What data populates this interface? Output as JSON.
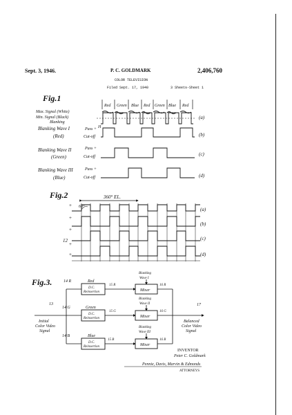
{
  "header": {
    "date": "Sept. 3, 1946.",
    "inventor_name": "P. C. GOLDMARK",
    "patent_number": "2,406,760",
    "title": "COLOR TELEVISION",
    "filed": "Filed Sept. 17, 1940",
    "sheets": "3 Sheets-Sheet 1"
  },
  "fig1": {
    "label": "Fig.1",
    "top_labels": [
      "Red",
      "Green",
      "Blue",
      "Red",
      "Green",
      "Blue",
      "Red"
    ],
    "rows": [
      {
        "left": [
          "Max. Signal (White)",
          "Min. Signal (Black)",
          "Blanking"
        ],
        "right": "(a)",
        "mark": "H"
      },
      {
        "left": [
          "Blanking Wave I",
          "(Red)"
        ],
        "pass": "Pass +",
        "cut": "Cut-off",
        "right": "(b)"
      },
      {
        "left": [
          "Blanking Wave II",
          "(Green)"
        ],
        "pass": "Pass +",
        "cut": "Cut-off",
        "right": "(c)"
      },
      {
        "left": [
          "Blanking Wave III",
          "(Blue)"
        ],
        "pass": "Pass +",
        "cut": "Cut-off",
        "right": "(d)"
      }
    ]
  },
  "fig2": {
    "label": "Fig.2",
    "span_label": "360° EL.",
    "angle_label": "60°",
    "side_mark": "12",
    "plus_marks": [
      "+",
      "+",
      "+",
      "+",
      "+"
    ],
    "row_labels": [
      "(a)",
      "(b)",
      "(c)",
      "(d)"
    ]
  },
  "fig3": {
    "label": "Fig.3.",
    "input_num": "13",
    "input_label": [
      "Initial",
      "Color Video",
      "Signal"
    ],
    "output_num": "17",
    "output_label": [
      "Balanced",
      "Color Video",
      "Signal"
    ],
    "channels": [
      {
        "node": "14 R",
        "dc_title": "Red",
        "dc_text": [
          "D.C.",
          "Reinsertion"
        ],
        "dc_ref": "15 R",
        "blank": [
          "Blanking",
          "Wave I"
        ],
        "mixer": "Mixer",
        "mixer_ref": "16 R"
      },
      {
        "node": "14 G",
        "dc_title": "Green",
        "dc_text": [
          "D.C.",
          "Reinsertion"
        ],
        "dc_ref": "15 G",
        "blank": [
          "Blanking",
          "Wave II"
        ],
        "mixer": "Mixer",
        "mixer_ref": "16 G"
      },
      {
        "node": "14 B",
        "dc_title": "Blue",
        "dc_text": [
          "D.C.",
          "Reinsertion"
        ],
        "dc_ref": "15 B",
        "blank": [
          "Blanking",
          "Wave III"
        ],
        "mixer": "Mixer",
        "mixer_ref": "16 B"
      }
    ],
    "inventor_caption": "INVENTOR",
    "inventor_signature": "Peter C. Goldmark",
    "attorney_caption": "ATTORNEYS",
    "attorney_signature": "Pennie, Davis, Marvin & Edmonds"
  },
  "colors": {
    "ink": "#111111",
    "paper": "#ffffff"
  }
}
